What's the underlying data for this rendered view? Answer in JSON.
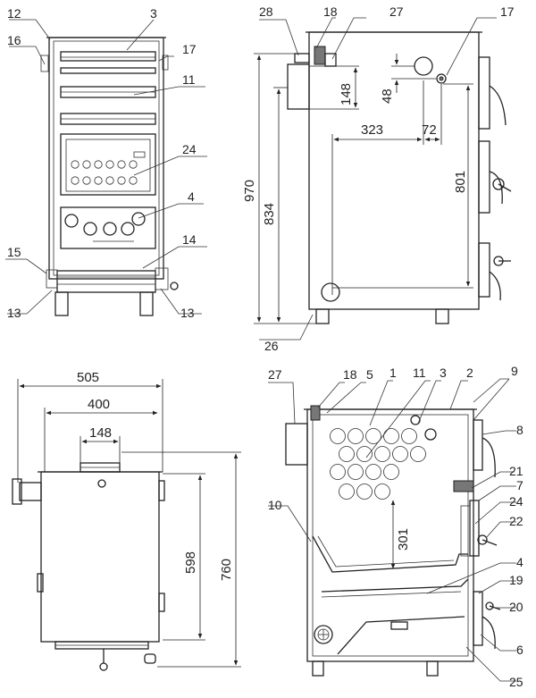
{
  "views": {
    "front": {
      "callouts": [
        "12",
        "3",
        "16",
        "17",
        "11",
        "24",
        "4",
        "15",
        "14",
        "13",
        "13"
      ]
    },
    "side_dimensions": {
      "callouts": [
        "28",
        "18",
        "27",
        "17",
        "26"
      ],
      "dimensions": {
        "d148": "148",
        "d48": "48",
        "d323": "323",
        "d72": "72",
        "d801": "801",
        "d970": "970",
        "d834": "834"
      }
    },
    "rear": {
      "dimensions": {
        "d505": "505",
        "d400": "400",
        "d148": "148",
        "d598": "598",
        "d760": "760"
      }
    },
    "section": {
      "callouts": [
        "27",
        "18",
        "5",
        "1",
        "11",
        "3",
        "2",
        "9",
        "8",
        "21",
        "7",
        "24",
        "22",
        "10",
        "4",
        "19",
        "20",
        "6",
        "25"
      ],
      "dimensions": {
        "d301": "301"
      }
    }
  }
}
